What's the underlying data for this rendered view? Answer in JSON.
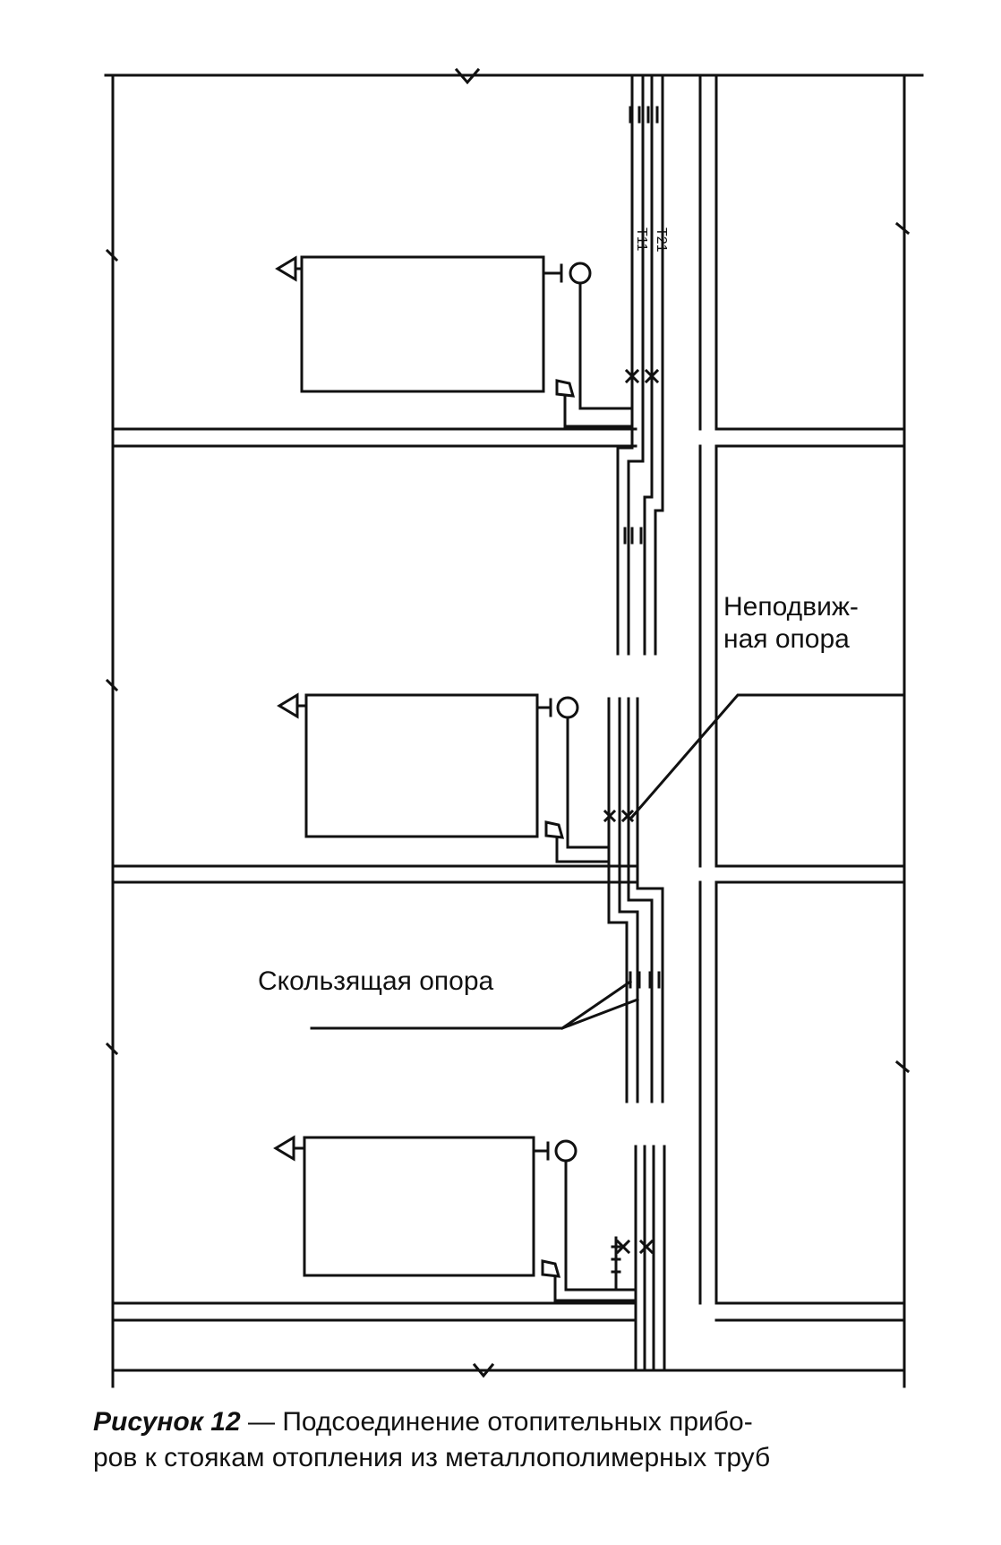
{
  "labels": {
    "riser_codes": [
      "Т11",
      "Т21"
    ],
    "fixed_support": [
      "Неподвиж-",
      "ная опора"
    ],
    "sliding_support": "Скользящая опора"
  },
  "caption": {
    "figure": "Рисунок 12",
    "dash": " — ",
    "line1": "Подсоединение отопительных прибо-",
    "line2": "ров к стоякам отопления из металлополимерных труб"
  },
  "colors": {
    "ink": "#111111",
    "paper": "#ffffff"
  }
}
